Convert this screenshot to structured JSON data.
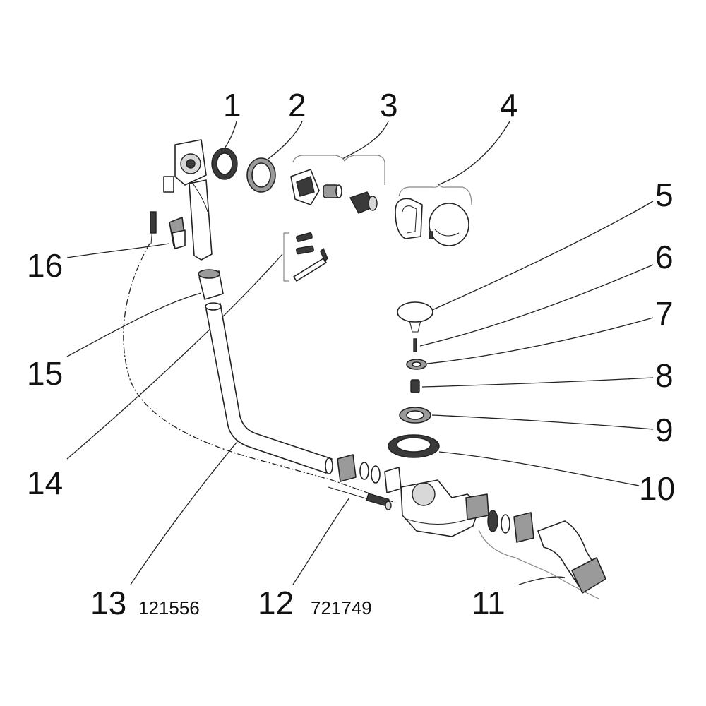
{
  "callouts": [
    {
      "id": "1",
      "label": "1"
    },
    {
      "id": "2",
      "label": "2"
    },
    {
      "id": "3",
      "label": "3"
    },
    {
      "id": "4",
      "label": "4"
    },
    {
      "id": "5",
      "label": "5"
    },
    {
      "id": "6",
      "label": "6"
    },
    {
      "id": "7",
      "label": "7"
    },
    {
      "id": "8",
      "label": "8"
    },
    {
      "id": "9",
      "label": "9"
    },
    {
      "id": "10",
      "label": "10"
    },
    {
      "id": "11",
      "label": "11"
    },
    {
      "id": "12",
      "label": "12",
      "part_number": "721749"
    },
    {
      "id": "13",
      "label": "13",
      "part_number": "121556"
    },
    {
      "id": "14",
      "label": "14"
    },
    {
      "id": "15",
      "label": "15"
    },
    {
      "id": "16",
      "label": "16"
    }
  ]
}
